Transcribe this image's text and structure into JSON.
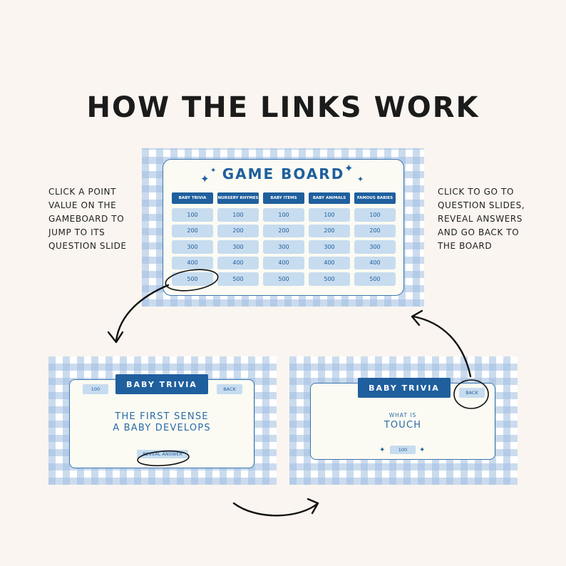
{
  "heading": "HOW THE LINKS WORK",
  "notes": {
    "left": [
      "CLICK A POINT",
      "VALUE ON THE",
      "GAMEBOARD TO",
      "JUMP TO ITS",
      "QUESTION SLIDE"
    ],
    "right": [
      "CLICK TO GO TO",
      "QUESTION SLIDES,",
      "REVEAL ANSWERS",
      "AND GO BACK TO",
      "THE BOARD"
    ]
  },
  "game_board": {
    "title": "GAME BOARD",
    "categories": [
      "BABY TRIVIA",
      "NURSERY RHYMES",
      "BABY ITEMS",
      "BABY ANIMALS",
      "FAMOUS BABIES"
    ],
    "values": [
      "100",
      "200",
      "300",
      "400",
      "500"
    ]
  },
  "question_slide": {
    "category": "BABY TRIVIA",
    "points": "100",
    "back_label": "BACK",
    "question": [
      "THE FIRST SENSE",
      "A BABY DEVELOPS"
    ],
    "reveal_label": "REVEAL ANSWER"
  },
  "answer_slide": {
    "category": "BABY TRIVIA",
    "back_label": "BACK",
    "prompt": "WHAT IS",
    "answer": "TOUCH",
    "points": "100"
  },
  "colors": {
    "navy": "#1f5f9e",
    "light_blue": "#c7dcef",
    "gingham": "#a0bee1",
    "background": "#faf5f0"
  }
}
